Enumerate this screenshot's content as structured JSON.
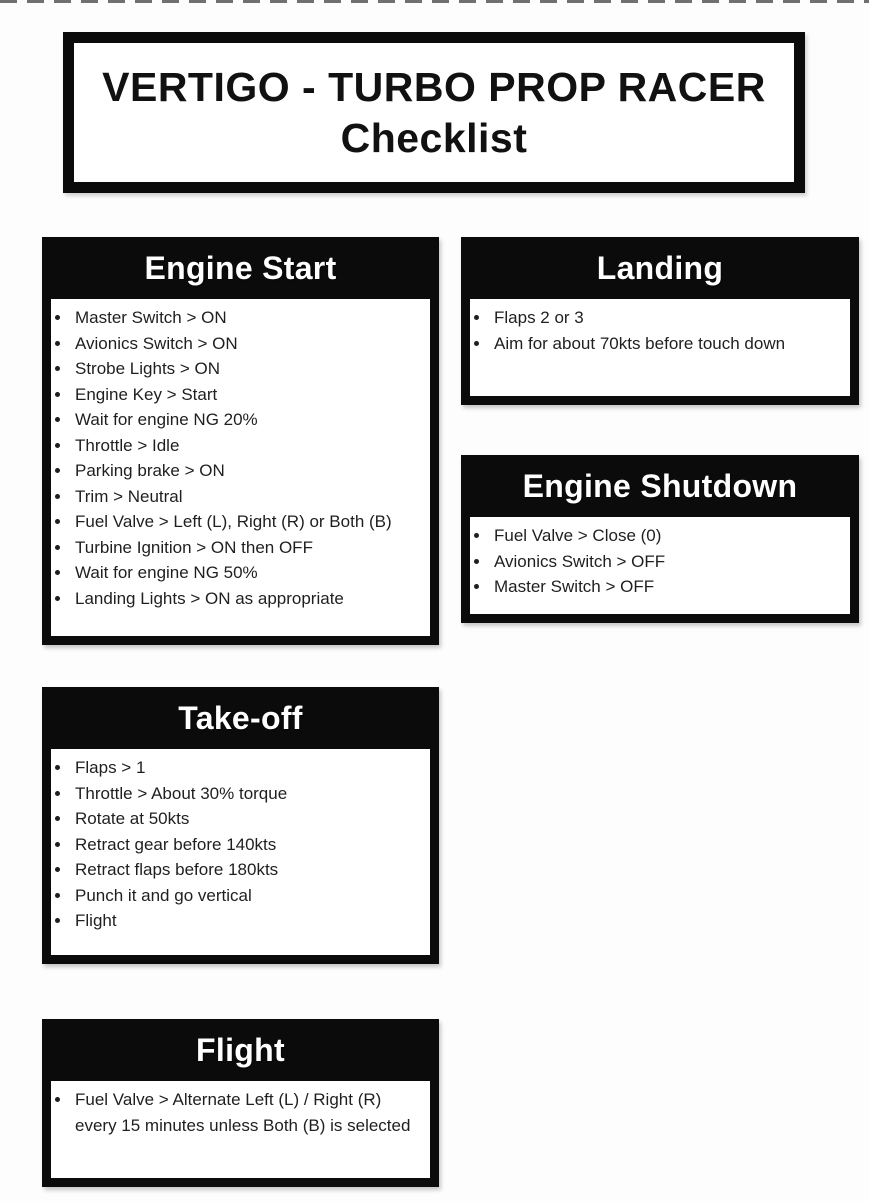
{
  "document": {
    "title_line1": "VERTIGO - TURBO PROP RACER",
    "title_line2": "Checklist"
  },
  "sections": {
    "engine_start": {
      "title": "Engine Start",
      "items": [
        "Master Switch > ON",
        "Avionics Switch > ON",
        "Strobe Lights > ON",
        "Engine Key > Start",
        "Wait for engine NG 20%",
        "Throttle > Idle",
        "Parking brake > ON",
        "Trim > Neutral",
        "Fuel Valve > Left (L), Right (R) or Both (B)",
        "Turbine Ignition > ON then OFF",
        "Wait for engine NG 50%",
        "Landing Lights > ON as appropriate"
      ]
    },
    "landing": {
      "title": "Landing",
      "items": [
        "Flaps 2 or 3",
        "Aim for about 70kts before touch down"
      ]
    },
    "engine_shutdown": {
      "title": "Engine Shutdown",
      "items": [
        "Fuel Valve > Close (0)",
        "Avionics Switch > OFF",
        "Master Switch > OFF"
      ]
    },
    "take_off": {
      "title": "Take-off",
      "items": [
        "Flaps > 1",
        "Throttle > About 30% torque",
        "Rotate at 50kts",
        "Retract gear before 140kts",
        "Retract flaps before 180kts",
        "Punch it and go vertical",
        "Flight"
      ]
    },
    "flight": {
      "title": "Flight",
      "items": [
        "Fuel Valve > Alternate Left (L) / Right (R) every 15 minutes unless Both (B) is selected"
      ]
    }
  },
  "colors": {
    "ink": "#0b0b0b",
    "paper": "#ffffff",
    "body_text": "#1f1f1f"
  }
}
